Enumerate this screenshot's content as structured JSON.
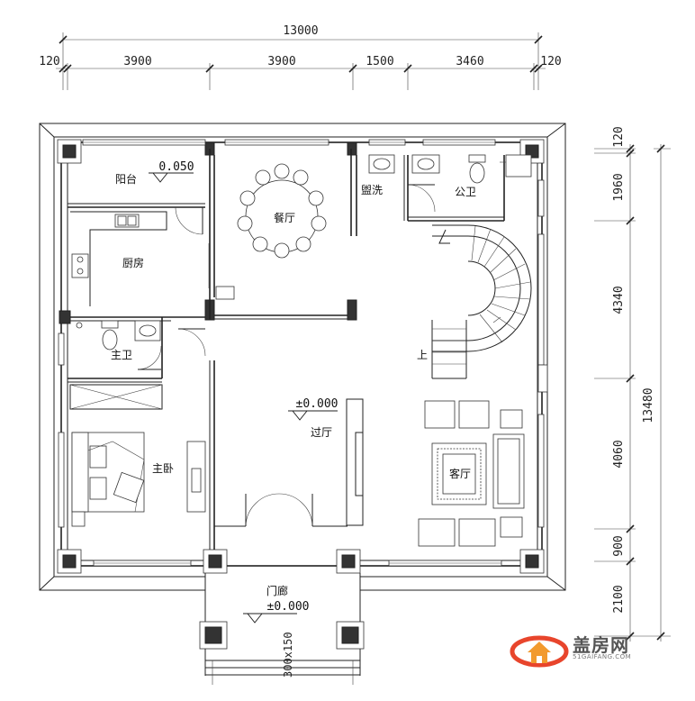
{
  "dimensions": {
    "top_total": "13000",
    "top_segments": [
      "120",
      "3900",
      "3900",
      "1500",
      "3460",
      "120"
    ],
    "right_total": "13480",
    "right_segments": [
      "120",
      "1960",
      "4340",
      "4060",
      "900",
      "2100"
    ]
  },
  "rooms": {
    "balcony": "阳台",
    "dining": "餐厅",
    "washroom": "盥洗",
    "public_bath": "公卫",
    "kitchen": "厨房",
    "master_bath": "主卫",
    "hall": "过厅",
    "master_bed": "主卧",
    "living": "客厅",
    "porch": "门廊",
    "stairs_up": "上"
  },
  "levels": {
    "balcony": "0.050",
    "hall": "±0.000",
    "porch": "±0.000"
  },
  "steps_label": "300x150",
  "logo": {
    "name": "盖房网",
    "url": "51GAIFANG.COM",
    "brand_color": "#e8452c"
  }
}
